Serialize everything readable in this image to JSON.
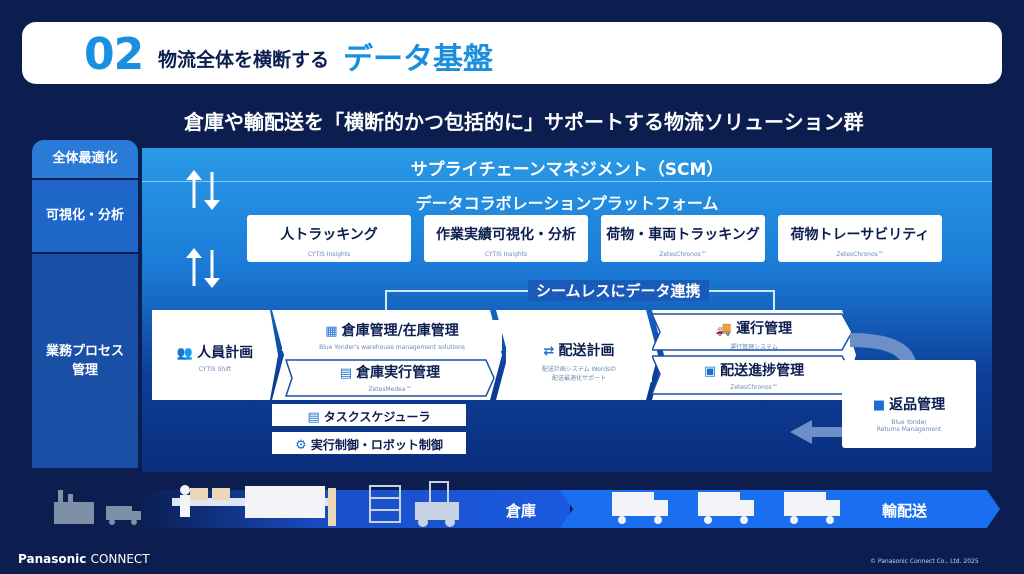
{
  "header": {
    "number": "02",
    "title_part1": "物流全体を横断する",
    "title_part2": "データ基盤"
  },
  "subtitle": "倉庫や輸配送を「横断的かつ包括的に」サポートする物流ソリューション群",
  "left_column": {
    "tier1": "全体最適化",
    "tier2": "可視化・分析",
    "tier3_line1": "業務プロセス",
    "tier3_line2": "管理"
  },
  "layers": {
    "scm": "サプライチェーンマネジメント（SCM）",
    "platform": "データコラボレーションプラットフォーム"
  },
  "visibility_boxes": [
    {
      "label": "人トラッキング",
      "product": "CYTIS Insights"
    },
    {
      "label": "作業実績可視化・分析",
      "product": "CYTIS Insights"
    },
    {
      "label": "荷物・車両トラッキング",
      "product": "ZetesChronos™"
    },
    {
      "label": "荷物トレーサビリティ",
      "product": "ZetesChronos™"
    }
  ],
  "seamless": "シームレスにデータ連携",
  "process": {
    "staff_planning": {
      "label": "人員計画",
      "product": "CYTIS Shift"
    },
    "warehouse_mgmt": {
      "label": "倉庫管理/在庫管理",
      "product": "Blue Yonder's warehouse management solutions"
    },
    "warehouse_exec": {
      "label": "倉庫実行管理",
      "product": "ZetesMedea™"
    },
    "delivery_plan": {
      "label": "配送計画",
      "product_line1": "配送計画システム Wordsの",
      "product_line2": "配送最適化サポート"
    },
    "operation_mgmt": {
      "label": "運行管理",
      "product": "運行管理システム"
    },
    "delivery_progress": {
      "label": "配送進捗管理",
      "product": "ZetesChronos™"
    },
    "returns": {
      "label": "返品管理",
      "product_line1": "Blue Yonder",
      "product_line2": "Returns Management"
    },
    "task_scheduler": {
      "label": "タスクスケジューラ"
    },
    "robot_control": {
      "label": "実行制御・ロボット制御"
    }
  },
  "bottom": {
    "warehouse": "倉庫",
    "transport": "輸配送"
  },
  "footer": {
    "logo_main": "Panasonic",
    "logo_sub": "CONNECT",
    "copyright": "© Panasonic Connect Co., Ltd. 2025"
  },
  "colors": {
    "background": "#0b1e4f",
    "accent": "#1a8fe0"
  }
}
